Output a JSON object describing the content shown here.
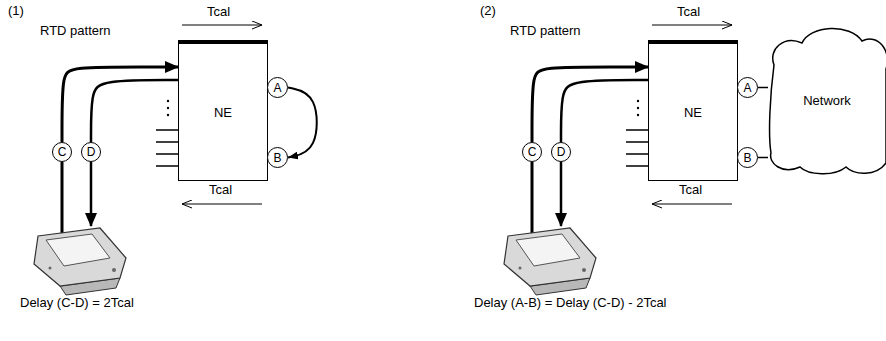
{
  "diagram": {
    "nodes": [
      {
        "text": [
          "NE"
        ]
      },
      {
        "text": [
          "A"
        ]
      },
      {
        "text": [
          "B"
        ]
      },
      {
        "text": [
          "C"
        ]
      },
      {
        "text": [
          "D"
        ]
      },
      {
        "text": [
          "NE"
        ]
      },
      {
        "text": [
          "A"
        ]
      },
      {
        "text": [
          "B"
        ]
      },
      {
        "text": [
          "C"
        ]
      },
      {
        "text": [
          "D"
        ]
      },
      {
        "text": [
          "Network"
        ]
      }
    ],
    "edges": [
      {
        "from": 1,
        "to": 2,
        "arrow": "to"
      },
      {
        "from": 3,
        "to": 0,
        "arrow": "to"
      },
      {
        "from": 0,
        "to": 4,
        "arrow": "none"
      },
      {
        "from": 8,
        "to": 5,
        "arrow": "to"
      },
      {
        "from": 5,
        "to": 9,
        "arrow": "none"
      },
      {
        "from": 6,
        "to": 10,
        "arrow": "none"
      },
      {
        "from": 7,
        "to": 10,
        "arrow": "none"
      }
    ],
    "labels": [
      "(1)",
      "RTD pattern",
      "Tcal",
      "Tcal",
      "Delay (C-D) = 2Tcal",
      "(2)",
      "RTD pattern",
      "Tcal",
      "Tcal",
      "Delay (A-B) = Delay (C-D) - 2Tcal"
    ]
  }
}
